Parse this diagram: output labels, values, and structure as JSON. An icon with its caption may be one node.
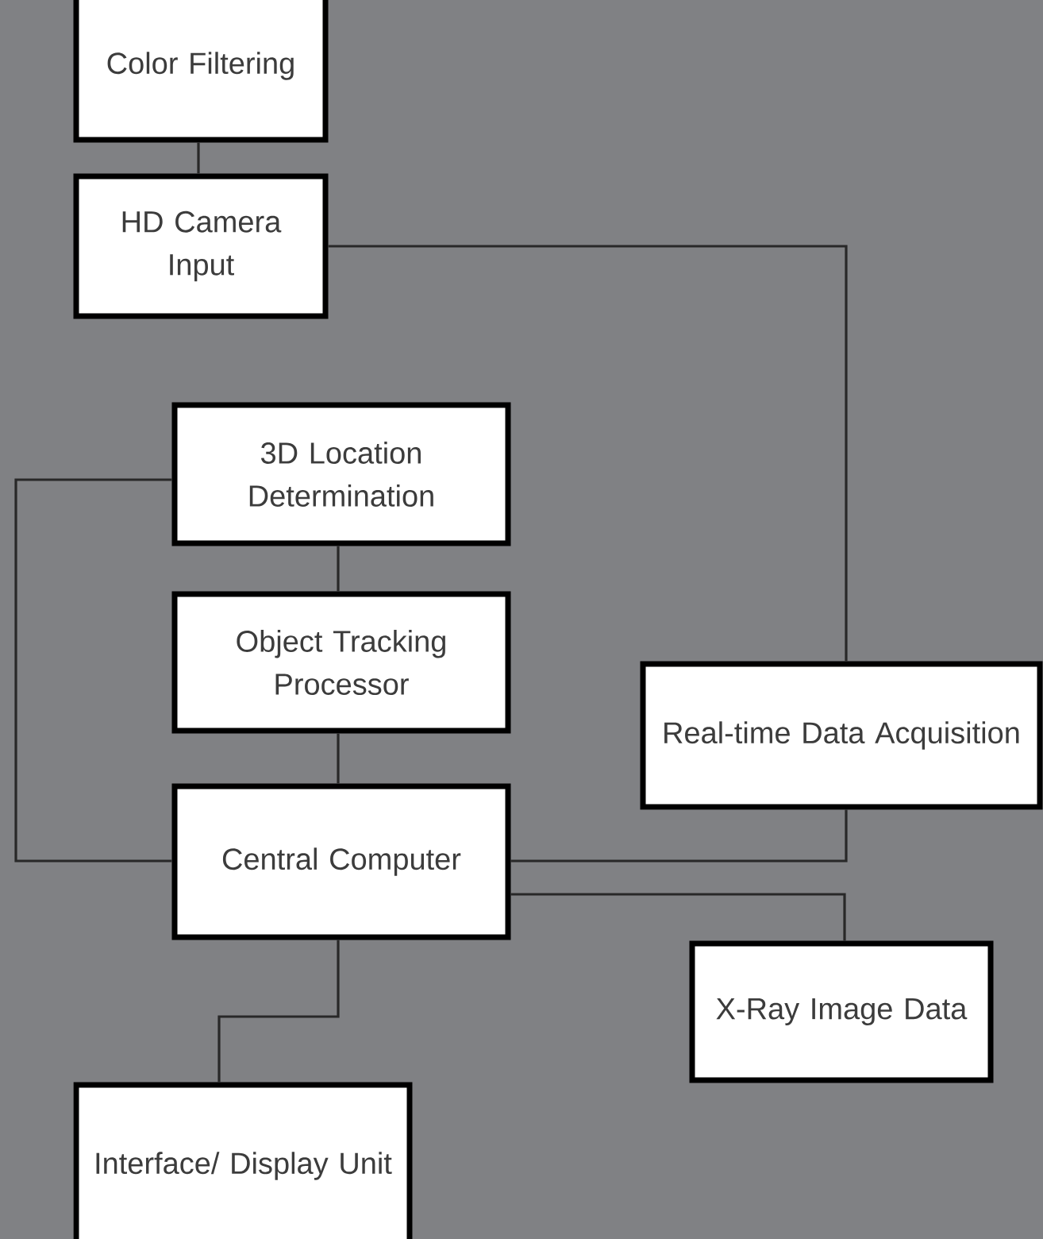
{
  "diagram": {
    "nodes": [
      {
        "text": [
          "Color Filtering"
        ]
      },
      {
        "text": [
          "HD Camera Input"
        ]
      },
      {
        "text": [
          "3D Location Determination"
        ]
      },
      {
        "text": [
          "Object Tracking Processor"
        ]
      },
      {
        "text": [
          "Central Computer"
        ]
      },
      {
        "text": [
          "Real-time Data Acquisition"
        ]
      },
      {
        "text": [
          "X-Ray Image Data"
        ]
      },
      {
        "text": [
          "Interface/ Display Unit"
        ]
      }
    ],
    "edges": [
      {
        "from": 0,
        "to": 1,
        "arrow": "none"
      },
      {
        "from": 1,
        "to": 5,
        "arrow": "none"
      },
      {
        "from": 2,
        "to": 3,
        "arrow": "none"
      },
      {
        "from": 3,
        "to": 4,
        "arrow": "none"
      },
      {
        "from": 2,
        "to": 4,
        "arrow": "none"
      },
      {
        "from": 5,
        "to": 4,
        "arrow": "none"
      },
      {
        "from": 4,
        "to": 6,
        "arrow": "none"
      },
      {
        "from": 4,
        "to": 7,
        "arrow": "none"
      }
    ]
  }
}
